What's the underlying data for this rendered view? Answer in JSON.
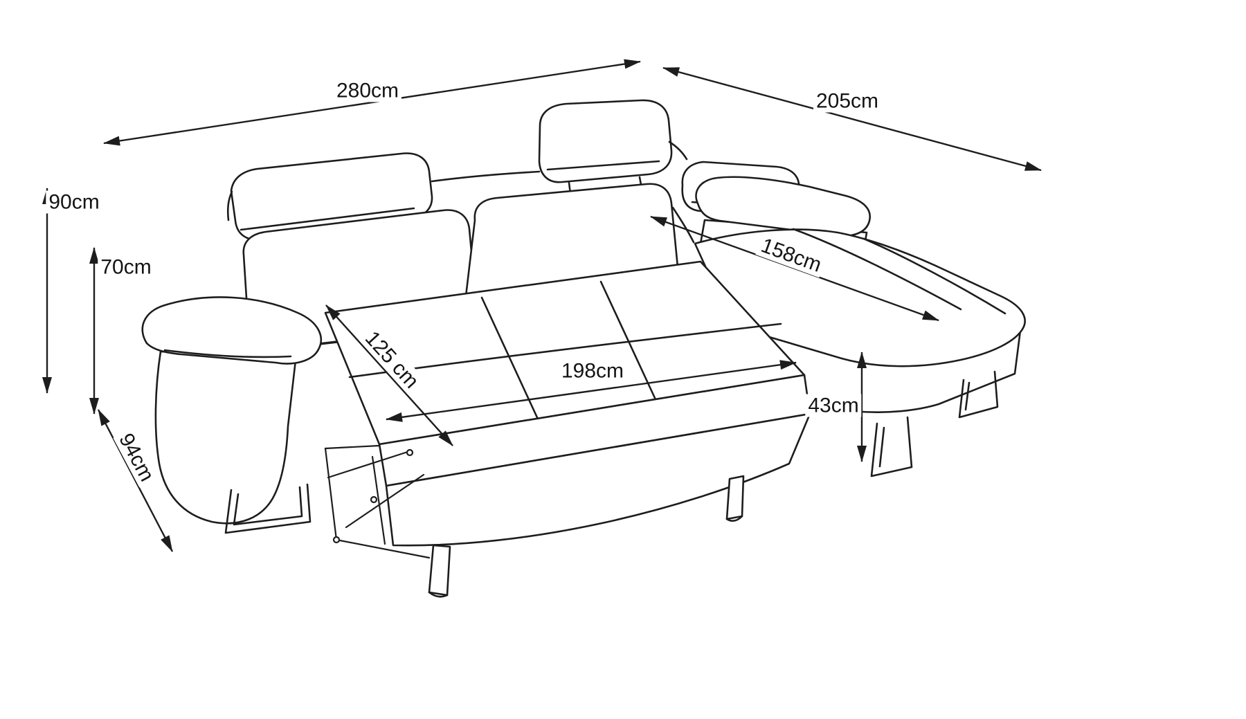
{
  "diagram": {
    "subject": "Corner sofa bed technical dimension drawing",
    "unit": "cm",
    "line_color": "#1d1d1d",
    "background_color": "#ffffff"
  },
  "dimensions": {
    "overall_width": "280cm",
    "overall_depth": "205cm",
    "backrest_height": "90cm",
    "armrest_height": "70cm",
    "armrest_depth": "94cm",
    "sleeping_width": "125 cm",
    "sleeping_length": "198cm",
    "chaise_width": "158cm",
    "seat_height": "43cm"
  }
}
